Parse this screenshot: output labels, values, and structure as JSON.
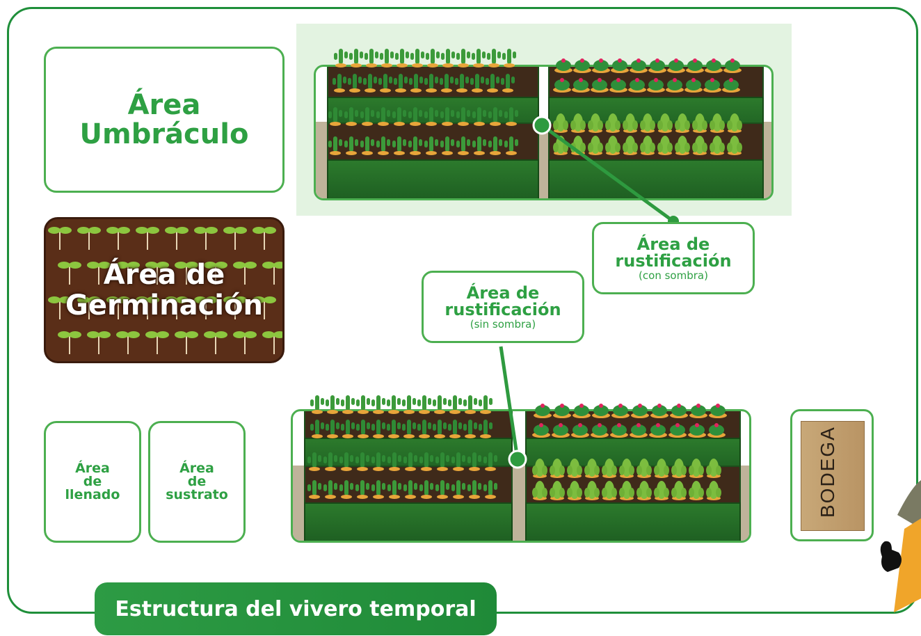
{
  "areas": {
    "umbraculo": {
      "line1": "Área",
      "line2": "Umbráculo"
    },
    "germinacion": {
      "line1": "Área de",
      "line2": "Germinación"
    },
    "rust_con": {
      "line1": "Área de",
      "line2": "rustificación",
      "note": "(con sombra)"
    },
    "rust_sin": {
      "line1": "Área de",
      "line2": "rustificación",
      "note": "(sin sombra)"
    },
    "llenado": {
      "line1": "Área",
      "line2": "de",
      "line3": "llenado"
    },
    "sustrato": {
      "line1": "Área",
      "line2": "de",
      "line3": "sustrato"
    },
    "bodega": {
      "label": "BODEGA"
    }
  },
  "footer": {
    "title": "Estructura del vivero temporal"
  },
  "colors": {
    "primary_green": "#2ea043",
    "border_green": "#4caf50",
    "soil_brown": "#5a2e18",
    "bed_green": "#2c7a2c"
  }
}
